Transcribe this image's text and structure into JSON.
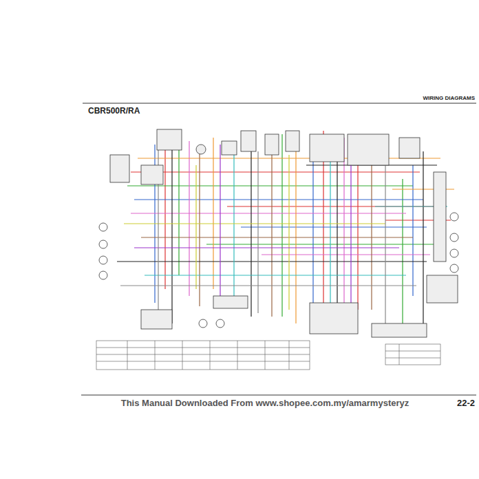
{
  "diagram": {
    "title": "CBR500R/RA",
    "labels": [
      "WIRING DIAGRAMS",
      "This Manual Downloaded From www.shopee.com.my/amarmysteryz",
      "22-2"
    ]
  }
}
